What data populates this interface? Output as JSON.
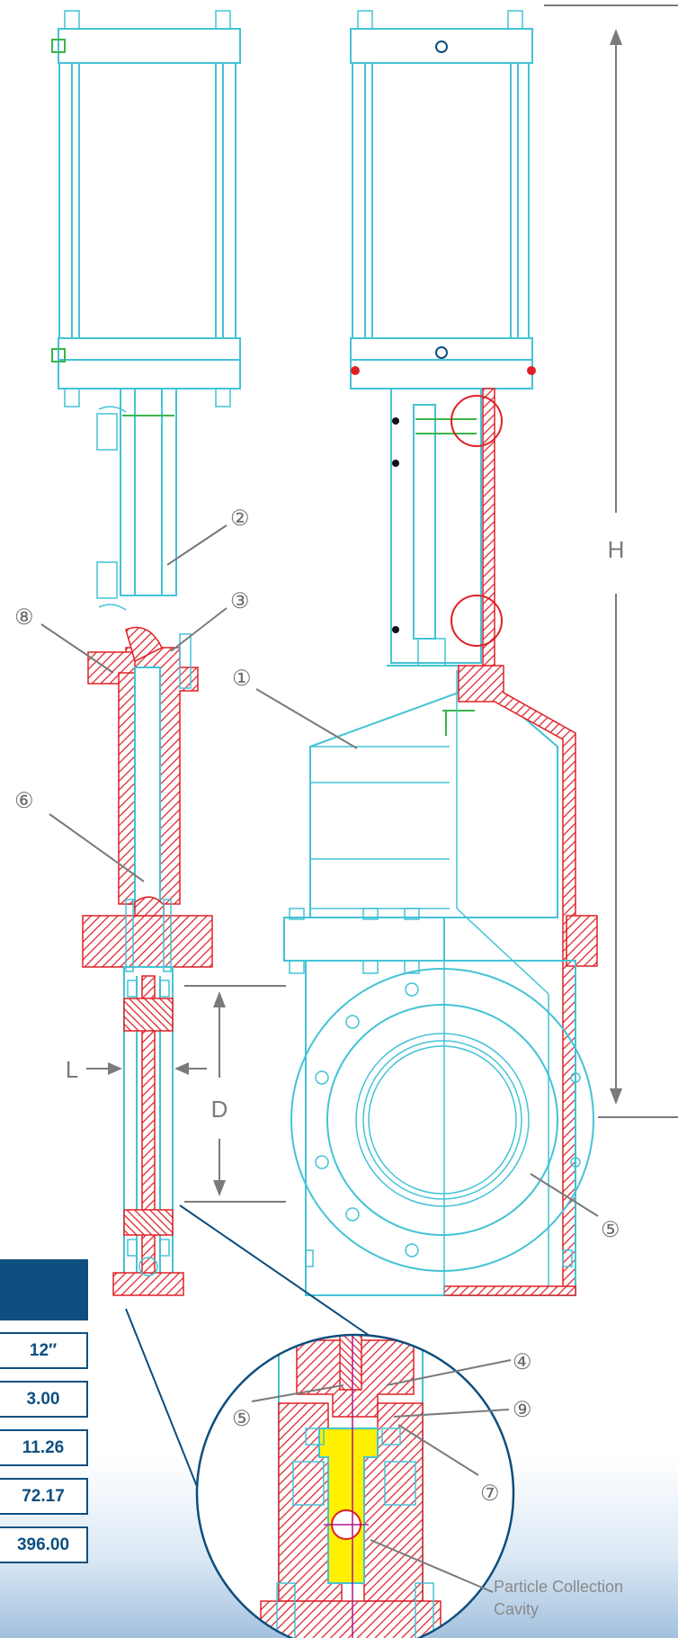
{
  "callouts": [
    "①",
    "②",
    "③",
    "④",
    "⑤",
    "⑥",
    "⑦",
    "⑧",
    "⑨"
  ],
  "dimensions": {
    "height": "H",
    "length": "L",
    "diameter": "D"
  },
  "note": {
    "line1": "Particle Collection",
    "line2": "Cavity"
  },
  "spec_table": {
    "values": [
      "12″",
      "3.00",
      "11.26",
      "72.17",
      "396.00"
    ]
  },
  "colors": {
    "outline": "#43c3d6",
    "section_hatch": "#e02027",
    "highlight": "#ffef00",
    "accent": "#3bb54a",
    "table": "#0e4f80"
  }
}
